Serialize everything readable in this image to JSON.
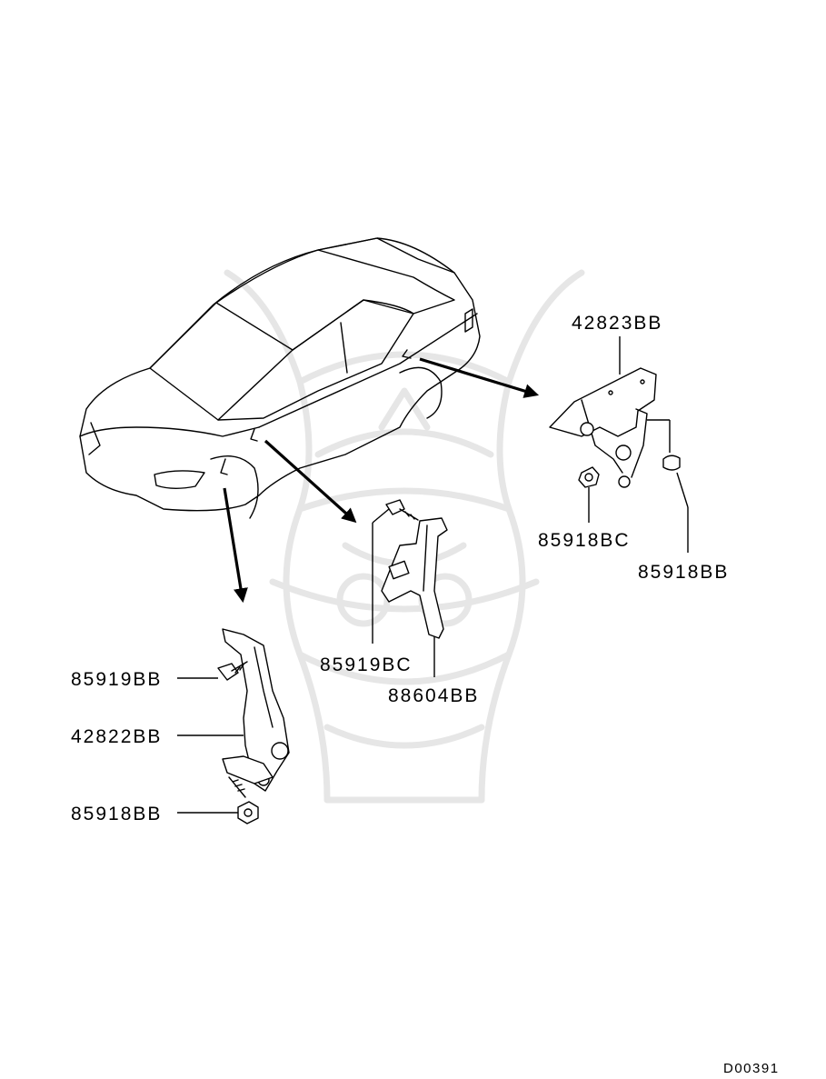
{
  "diagram": {
    "parts": {
      "rear_sensor": "42823BB",
      "rear_nut_left": "85918BC",
      "rear_nut_right": "85918BB",
      "mid_bolt": "85919BC",
      "mid_bracket": "88604BB",
      "front_bolt": "85919BB",
      "front_sensor": "42822BB",
      "front_nut": "85918BB"
    },
    "diagram_code": "D00391"
  }
}
